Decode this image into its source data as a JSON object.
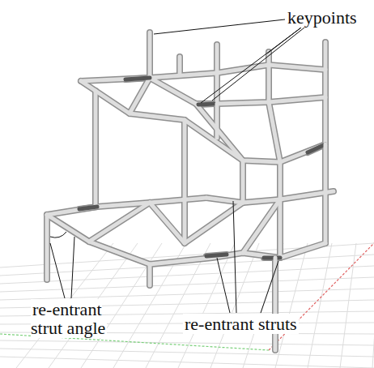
{
  "diagram": {
    "labels": [
      "keypoints",
      "re-entrant strut angle",
      "re-entrant struts"
    ]
  }
}
